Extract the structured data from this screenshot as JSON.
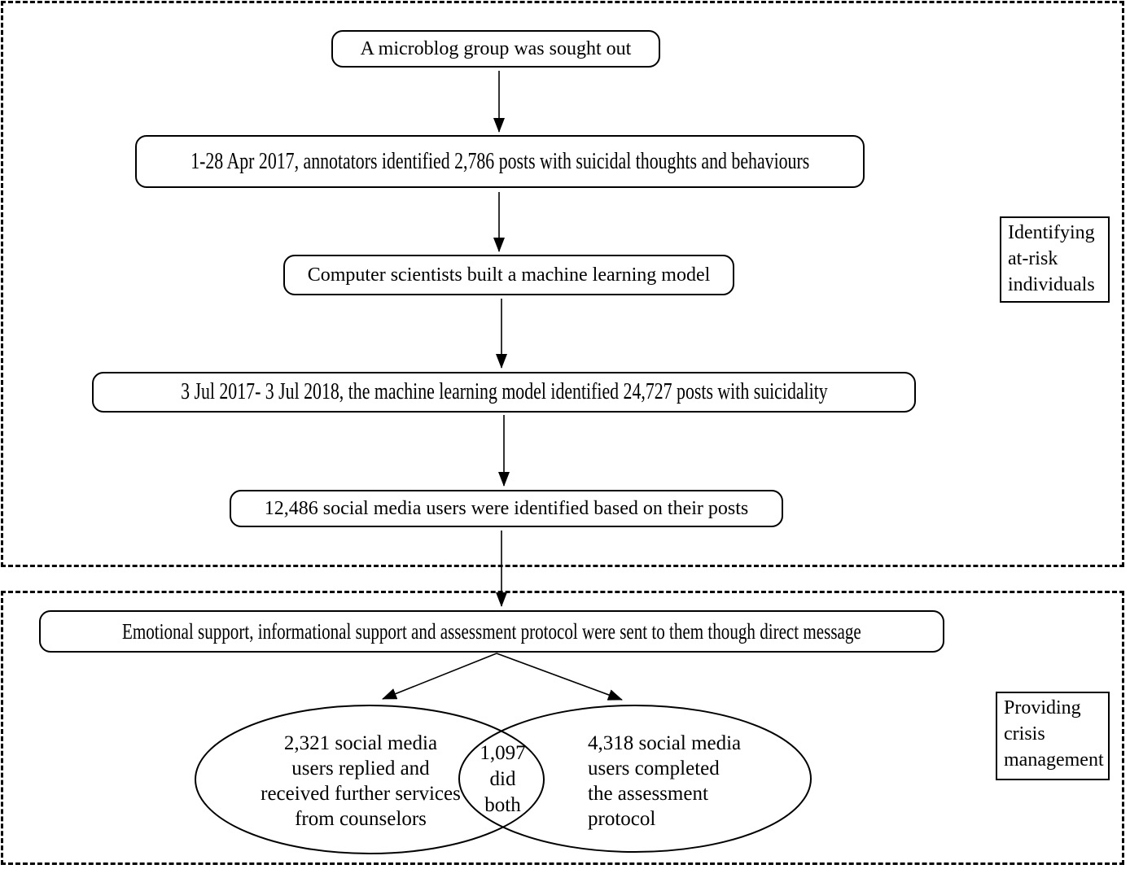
{
  "colors": {
    "line": "#000000",
    "background": "#ffffff"
  },
  "flow": {
    "box1": "A microblog group was sought out",
    "box2": "1-28 Apr 2017, annotators identified 2,786 posts with suicidal thoughts and behaviours",
    "box3": "Computer scientists built a machine learning model",
    "box4": "3 Jul 2017- 3 Jul 2018, the machine learning model identified 24,727 posts with suicidality",
    "box5": "12,486 social media users were identified based on their posts",
    "box6": "Emotional support, informational support and assessment protocol were sent to them though direct message"
  },
  "venn": {
    "left_ellipse": "2,321 social media\nusers replied and\nreceived further services\nfrom counselors",
    "overlap": "1,097\ndid\nboth",
    "right_ellipse": "4,318 social media\n users completed\nthe assessment\nprotocol"
  },
  "side_labels": {
    "identifying": "Identifying\nat-risk\nindividuals",
    "providing": "Providing\ncrisis\nmanagement"
  }
}
